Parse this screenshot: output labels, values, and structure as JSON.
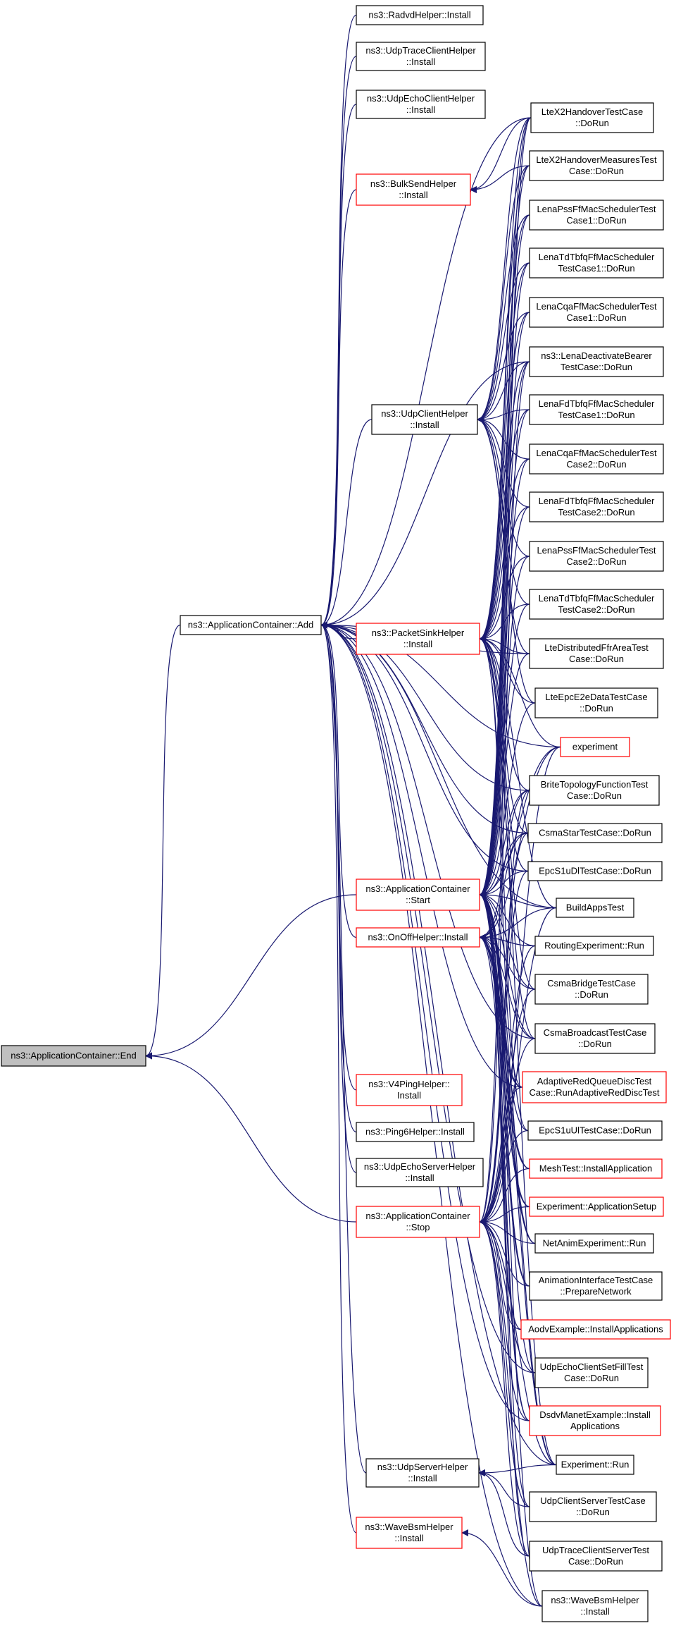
{
  "colors": {
    "edge": "#191970",
    "node_border": "#000000",
    "highlight_border": "#ff0000",
    "root_fill": "#bfbfbf"
  },
  "nodes": [
    {
      "id": "end",
      "lines": [
        "ns3::ApplicationContainer::End"
      ],
      "style": "root"
    },
    {
      "id": "add",
      "lines": [
        "ns3::ApplicationContainer::Add"
      ],
      "style": "normal"
    },
    {
      "id": "start",
      "lines": [
        "ns3::ApplicationContainer",
        "::Start"
      ],
      "style": "red"
    },
    {
      "id": "stop",
      "lines": [
        "ns3::ApplicationContainer",
        "::Stop"
      ],
      "style": "red"
    },
    {
      "id": "onoff",
      "lines": [
        "ns3::OnOffHelper::Install"
      ],
      "style": "red"
    },
    {
      "id": "radvd",
      "lines": [
        "ns3::RadvdHelper::Install"
      ],
      "style": "normal"
    },
    {
      "id": "udptraceclient",
      "lines": [
        "ns3::UdpTraceClientHelper",
        "::Install"
      ],
      "style": "normal"
    },
    {
      "id": "udpechoclient",
      "lines": [
        "ns3::UdpEchoClientHelper",
        "::Install"
      ],
      "style": "normal"
    },
    {
      "id": "bulksend",
      "lines": [
        "ns3::BulkSendHelper",
        "::Install"
      ],
      "style": "red"
    },
    {
      "id": "udpclient",
      "lines": [
        "ns3::UdpClientHelper",
        "::Install"
      ],
      "style": "normal"
    },
    {
      "id": "packetsink",
      "lines": [
        "ns3::PacketSinkHelper",
        "::Install"
      ],
      "style": "red"
    },
    {
      "id": "v4ping",
      "lines": [
        "ns3::V4PingHelper::",
        "Install"
      ],
      "style": "red"
    },
    {
      "id": "ping6",
      "lines": [
        "ns3::Ping6Helper::Install"
      ],
      "style": "normal"
    },
    {
      "id": "udpechoserver",
      "lines": [
        "ns3::UdpEchoServerHelper",
        "::Install"
      ],
      "style": "normal"
    },
    {
      "id": "udpserver",
      "lines": [
        "ns3::UdpServerHelper",
        "::Install"
      ],
      "style": "normal"
    },
    {
      "id": "wavebsm_l",
      "lines": [
        "ns3::WaveBsmHelper",
        "::Install"
      ],
      "style": "red"
    },
    {
      "id": "ltex2",
      "lines": [
        "LteX2HandoverTestCase",
        "::DoRun"
      ],
      "style": "normal"
    },
    {
      "id": "ltex2meas",
      "lines": [
        "LteX2HandoverMeasuresTest",
        "Case::DoRun"
      ],
      "style": "normal"
    },
    {
      "id": "pssff1",
      "lines": [
        "LenaPssFfMacSchedulerTest",
        "Case1::DoRun"
      ],
      "style": "normal"
    },
    {
      "id": "tdtbfq1",
      "lines": [
        "LenaTdTbfqFfMacScheduler",
        "TestCase1::DoRun"
      ],
      "style": "normal"
    },
    {
      "id": "cqa1",
      "lines": [
        "LenaCqaFfMacSchedulerTest",
        "Case1::DoRun"
      ],
      "style": "normal"
    },
    {
      "id": "deactivate",
      "lines": [
        "ns3::LenaDeactivateBearer",
        "TestCase::DoRun"
      ],
      "style": "normal"
    },
    {
      "id": "fdtbfq1",
      "lines": [
        "LenaFdTbfqFfMacScheduler",
        "TestCase1::DoRun"
      ],
      "style": "normal"
    },
    {
      "id": "cqa2",
      "lines": [
        "LenaCqaFfMacSchedulerTest",
        "Case2::DoRun"
      ],
      "style": "normal"
    },
    {
      "id": "fdtbfq2",
      "lines": [
        "LenaFdTbfqFfMacScheduler",
        "TestCase2::DoRun"
      ],
      "style": "normal"
    },
    {
      "id": "pssff2",
      "lines": [
        "LenaPssFfMacSchedulerTest",
        "Case2::DoRun"
      ],
      "style": "normal"
    },
    {
      "id": "tdtbfq2",
      "lines": [
        "LenaTdTbfqFfMacScheduler",
        "TestCase2::DoRun"
      ],
      "style": "normal"
    },
    {
      "id": "ltedist",
      "lines": [
        "LteDistributedFfrAreaTest",
        "Case::DoRun"
      ],
      "style": "normal"
    },
    {
      "id": "epce2e",
      "lines": [
        "LteEpcE2eDataTestCase",
        "::DoRun"
      ],
      "style": "normal"
    },
    {
      "id": "experiment",
      "lines": [
        "experiment"
      ],
      "style": "red"
    },
    {
      "id": "brite",
      "lines": [
        "BriteTopologyFunctionTest",
        "Case::DoRun"
      ],
      "style": "normal"
    },
    {
      "id": "csmastar",
      "lines": [
        "CsmaStarTestCase::DoRun"
      ],
      "style": "normal"
    },
    {
      "id": "epcs1dl",
      "lines": [
        "EpcS1uDlTestCase::DoRun"
      ],
      "style": "normal"
    },
    {
      "id": "buildapps",
      "lines": [
        "BuildAppsTest"
      ],
      "style": "normal"
    },
    {
      "id": "routingexp",
      "lines": [
        "RoutingExperiment::Run"
      ],
      "style": "normal"
    },
    {
      "id": "csmabridge",
      "lines": [
        "CsmaBridgeTestCase",
        "::DoRun"
      ],
      "style": "normal"
    },
    {
      "id": "csmabcast",
      "lines": [
        "CsmaBroadcastTestCase",
        "::DoRun"
      ],
      "style": "normal"
    },
    {
      "id": "adaptivered",
      "lines": [
        "AdaptiveRedQueueDiscTest",
        "Case::RunAdaptiveRedDiscTest"
      ],
      "style": "red"
    },
    {
      "id": "epcs1ul",
      "lines": [
        "EpcS1uUlTestCase::DoRun"
      ],
      "style": "normal"
    },
    {
      "id": "meshtest",
      "lines": [
        "MeshTest::InstallApplication"
      ],
      "style": "red"
    },
    {
      "id": "expappsetup",
      "lines": [
        "Experiment::ApplicationSetup"
      ],
      "style": "red"
    },
    {
      "id": "netanim",
      "lines": [
        "NetAnimExperiment::Run"
      ],
      "style": "normal"
    },
    {
      "id": "animiface",
      "lines": [
        "AnimationInterfaceTestCase",
        "::PrepareNetwork"
      ],
      "style": "normal"
    },
    {
      "id": "aodv",
      "lines": [
        "AodvExample::InstallApplications"
      ],
      "style": "red"
    },
    {
      "id": "udpechofill",
      "lines": [
        "UdpEchoClientSetFillTest",
        "Case::DoRun"
      ],
      "style": "normal"
    },
    {
      "id": "dsdv",
      "lines": [
        "DsdvManetExample::Install",
        "Applications"
      ],
      "style": "red"
    },
    {
      "id": "exprun",
      "lines": [
        "Experiment::Run"
      ],
      "style": "normal"
    },
    {
      "id": "udpcs",
      "lines": [
        "UdpClientServerTestCase",
        "::DoRun"
      ],
      "style": "normal"
    },
    {
      "id": "udptracecs",
      "lines": [
        "UdpTraceClientServerTest",
        "Case::DoRun"
      ],
      "style": "normal"
    },
    {
      "id": "wavebsm_r",
      "lines": [
        "ns3::WaveBsmHelper",
        "::Install"
      ],
      "style": "normal"
    }
  ]
}
